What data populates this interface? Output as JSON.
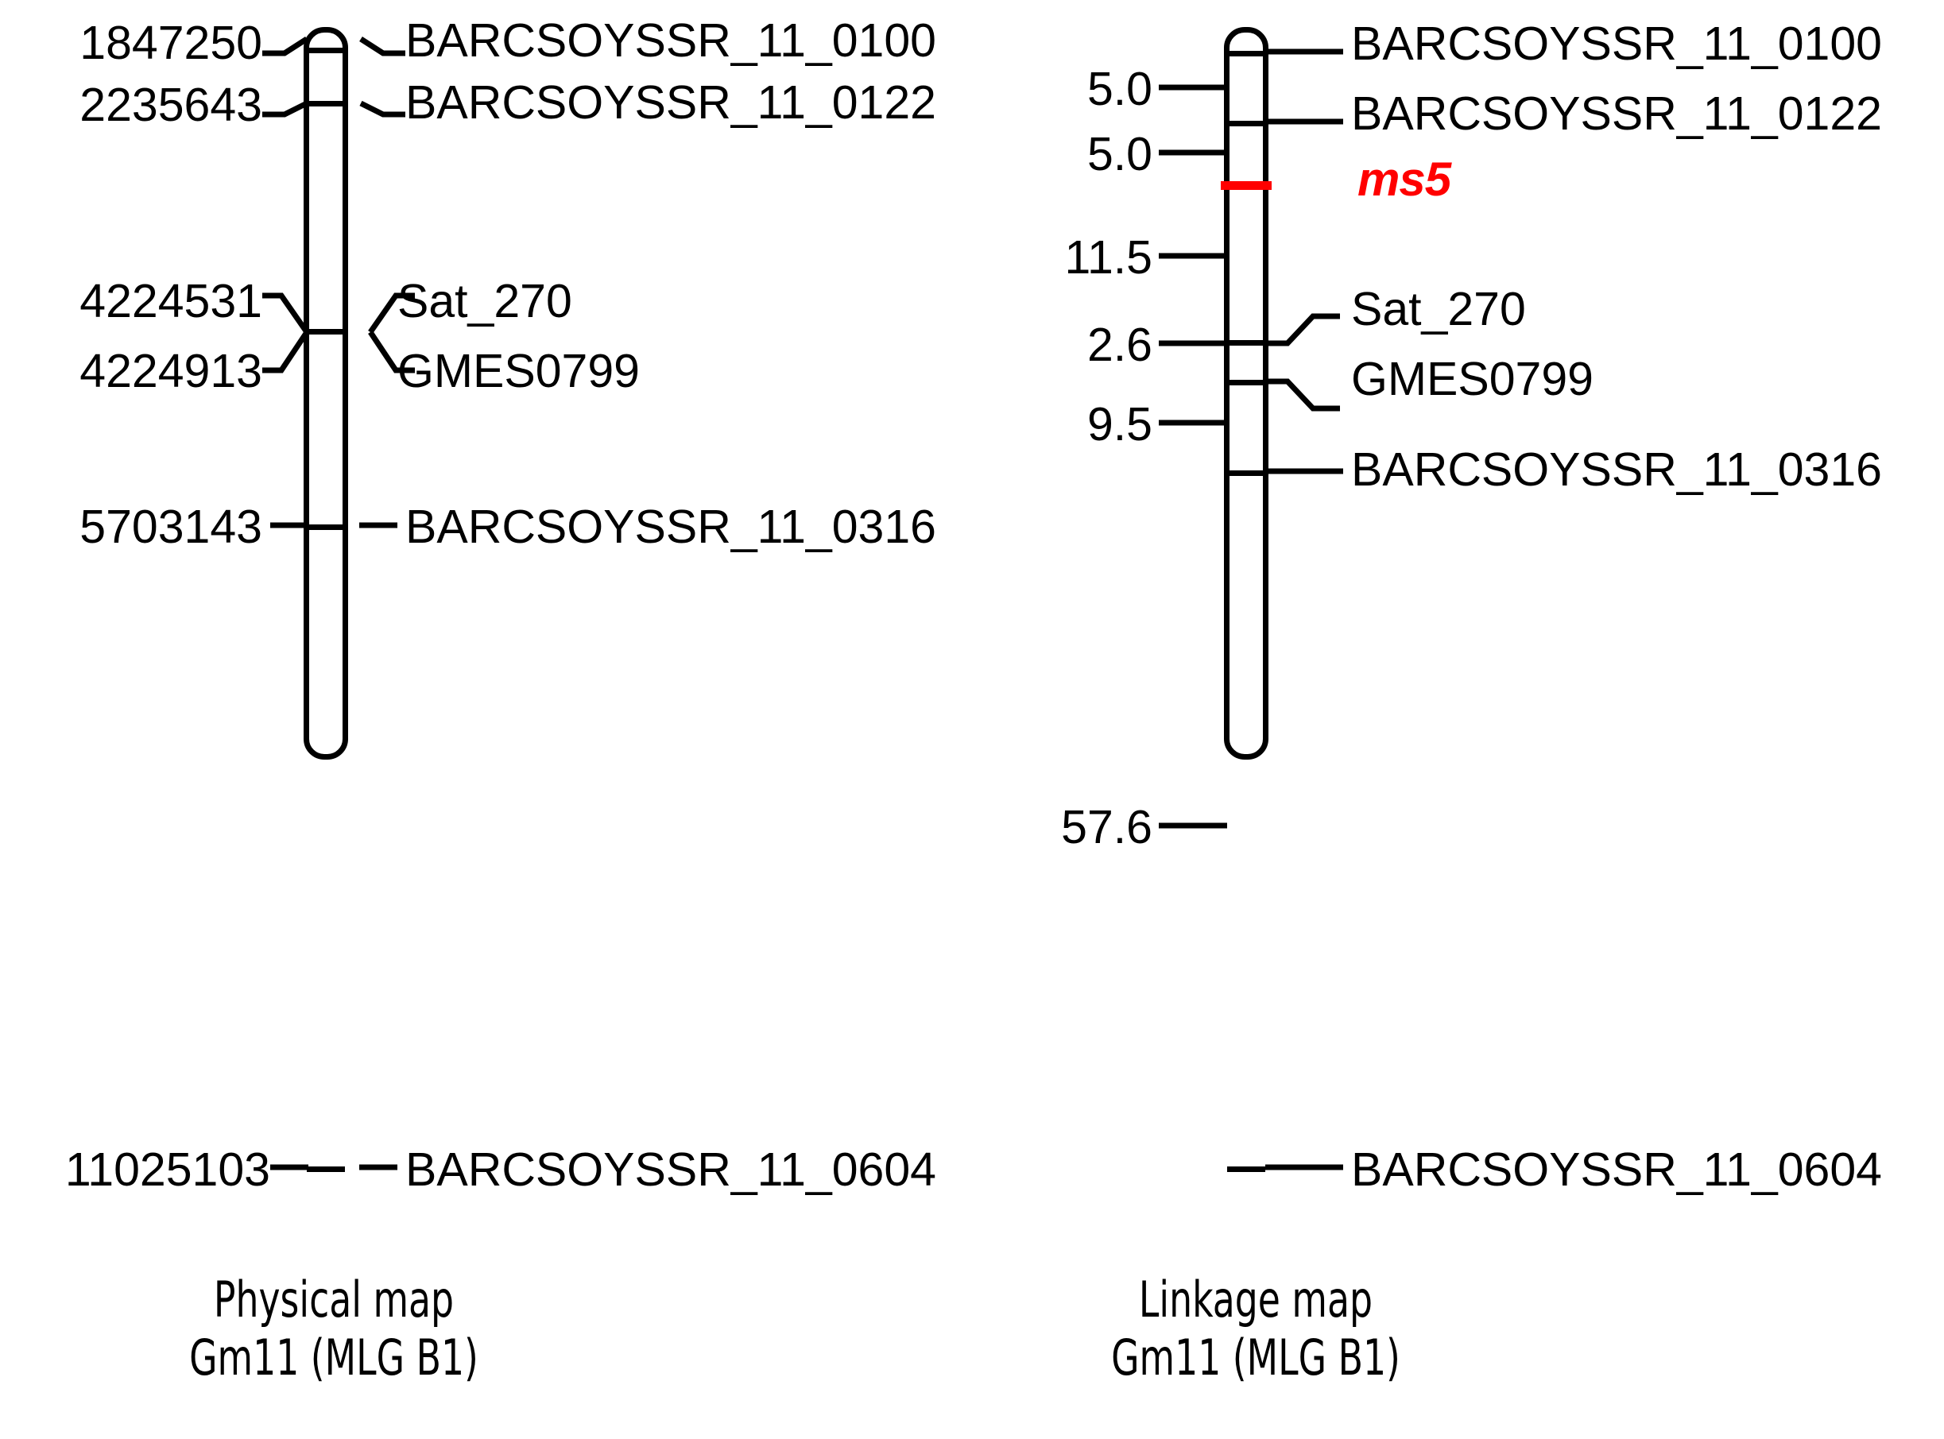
{
  "figure": {
    "type": "genetic-map-comparison",
    "background": "#ffffff",
    "marker_color": "#000000",
    "highlight_color": "#ff0000"
  },
  "chart_data": {
    "type": "genetic-map",
    "title": "",
    "panels": [
      {
        "id": "physical",
        "caption_line1": "Physical map",
        "caption_line2": "Gm11 (MLG B1)",
        "unit": "bp",
        "left_axis_label": "",
        "range": [
          1847250,
          11025103
        ],
        "markers": [
          {
            "position": "1847250",
            "name": "BARCSOYSSR_11_0100",
            "highlight": false
          },
          {
            "position": "2235643",
            "name": "BARCSOYSSR_11_0122",
            "highlight": false
          },
          {
            "position": "4224531",
            "name": "Sat_270",
            "highlight": false
          },
          {
            "position": "4224913",
            "name": "GMES0799",
            "highlight": false
          },
          {
            "position": "5703143",
            "name": "BARCSOYSSR_11_0316",
            "highlight": false
          },
          {
            "position": "11025103",
            "name": "BARCSOYSSR_11_0604",
            "highlight": false
          }
        ]
      },
      {
        "id": "linkage",
        "caption_line1": "Linkage map",
        "caption_line2": "Gm11 (MLG B1)",
        "unit": "cM",
        "left_axis_label": "",
        "interval_distances": [
          "5.0",
          "5.0",
          "11.5",
          "2.6",
          "9.5",
          "57.6"
        ],
        "markers": [
          {
            "position": "",
            "name": "BARCSOYSSR_11_0100",
            "highlight": false
          },
          {
            "position": "",
            "name": "BARCSOYSSR_11_0122",
            "highlight": false
          },
          {
            "position": "",
            "name": "ms5",
            "highlight": true
          },
          {
            "position": "",
            "name": "Sat_270",
            "highlight": false
          },
          {
            "position": "",
            "name": "GMES0799",
            "highlight": false
          },
          {
            "position": "",
            "name": "BARCSOYSSR_11_0316",
            "highlight": false
          },
          {
            "position": "",
            "name": "BARCSOYSSR_11_0604",
            "highlight": false
          }
        ]
      }
    ]
  },
  "physical": {
    "caption": {
      "line1": "Physical map",
      "line2": "Gm11 (MLG B1)"
    },
    "positions": {
      "p0": "1847250",
      "p1": "2235643",
      "p2": "4224531",
      "p3": "4224913",
      "p4": "5703143",
      "p5": "11025103"
    },
    "names": {
      "m0": "BARCSOYSSR_11_0100",
      "m1": "BARCSOYSSR_11_0122",
      "m2": "Sat_270",
      "m3": "GMES0799",
      "m4": "BARCSOYSSR_11_0316",
      "m5": "BARCSOYSSR_11_0604"
    }
  },
  "linkage": {
    "caption": {
      "line1": "Linkage map",
      "line2": "Gm11 (MLG B1)"
    },
    "distances": {
      "d0": "5.0",
      "d1": "5.0",
      "d2": "11.5",
      "d3": "2.6",
      "d4": "9.5",
      "d5": "57.6"
    },
    "names": {
      "m0": "BARCSOYSSR_11_0100",
      "m1": "BARCSOYSSR_11_0122",
      "m2": "ms5",
      "m3": "Sat_270",
      "m4": "GMES0799",
      "m5": "BARCSOYSSR_11_0316",
      "m6": "BARCSOYSSR_11_0604"
    }
  }
}
